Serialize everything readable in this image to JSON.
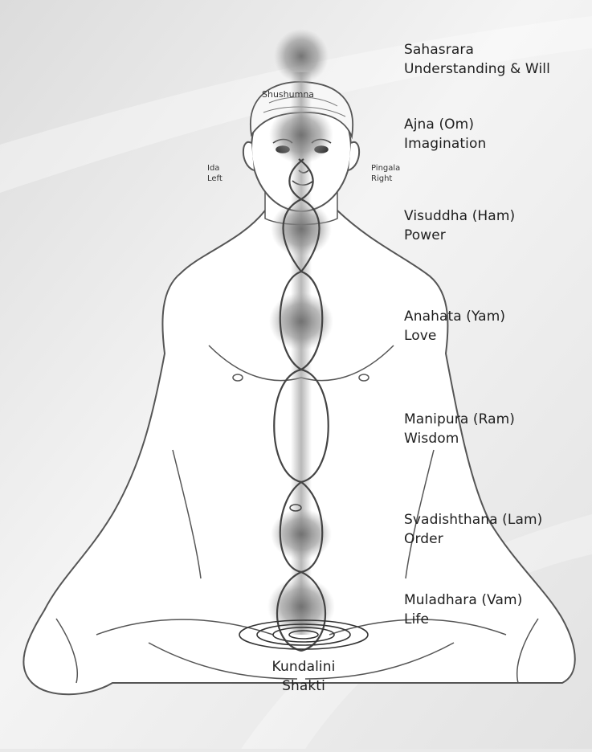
{
  "chakras": [
    {
      "id": "sahasrara",
      "name": "Sahasrara",
      "quality": "Understanding & Will"
    },
    {
      "id": "ajna",
      "name": "Ajna (Om)",
      "quality": "Imagination"
    },
    {
      "id": "visuddha",
      "name": "Visuddha (Ham)",
      "quality": "Power"
    },
    {
      "id": "anahata",
      "name": "Anahata (Yam)",
      "quality": "Love"
    },
    {
      "id": "manipura",
      "name": "Manipura (Ram)",
      "quality": "Wisdom"
    },
    {
      "id": "svadishthana",
      "name": "Svadishthana (Lam)",
      "quality": "Order"
    },
    {
      "id": "muladhara",
      "name": "Muladhara (Vam)",
      "quality": "Life"
    }
  ],
  "channels": {
    "central": "Shushumna",
    "ida": {
      "name": "Ida",
      "side": "Left"
    },
    "pingala": {
      "name": "Pingala",
      "side": "Right"
    }
  },
  "base": {
    "line1": "Kundalini",
    "line2": "Shakti"
  }
}
